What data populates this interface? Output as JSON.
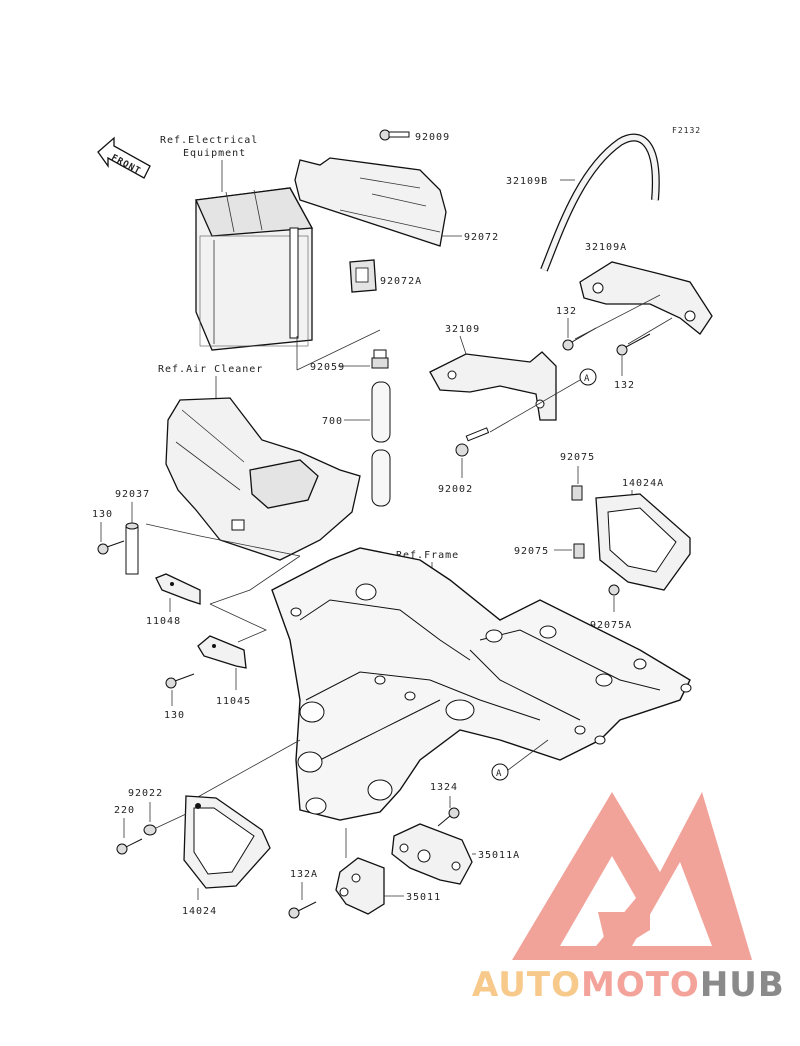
{
  "figure_code": "F2132",
  "front_label": "FRONT",
  "refs": {
    "electrical_line1": "Ref.Electrical",
    "electrical_line2": "Equipment",
    "air_cleaner": "Ref.Air Cleaner",
    "frame": "Ref.Frame"
  },
  "callout_a": "A",
  "parts": {
    "p92009": "92009",
    "p32109B": "32109B",
    "p92072": "92072",
    "p32109A": "32109A",
    "p92072A": "92072A",
    "p132_left": "132",
    "p32109": "32109",
    "p132_right": "132",
    "p92059": "92059",
    "p700": "700",
    "p92002": "92002",
    "p92075_top": "92075",
    "p14024A": "14024A",
    "p92037": "92037",
    "p130_top": "130",
    "p92075_mid": "92075",
    "p11048": "11048",
    "p92075A": "92075A",
    "p130_bottom": "130",
    "p11045": "11045",
    "p1324": "1324",
    "p92022": "92022",
    "p220": "220",
    "p35011A": "35011A",
    "p132A": "132A",
    "p35011": "35011",
    "p14024": "14024"
  },
  "watermark": {
    "part1": "AUTO",
    "part2": "MOTO",
    "part3": "HUB",
    "color_auto": "#f7c98a",
    "color_moto": "#f4a39a",
    "color_hub": "#8a8a8a",
    "color_logo": "#f09a90"
  }
}
